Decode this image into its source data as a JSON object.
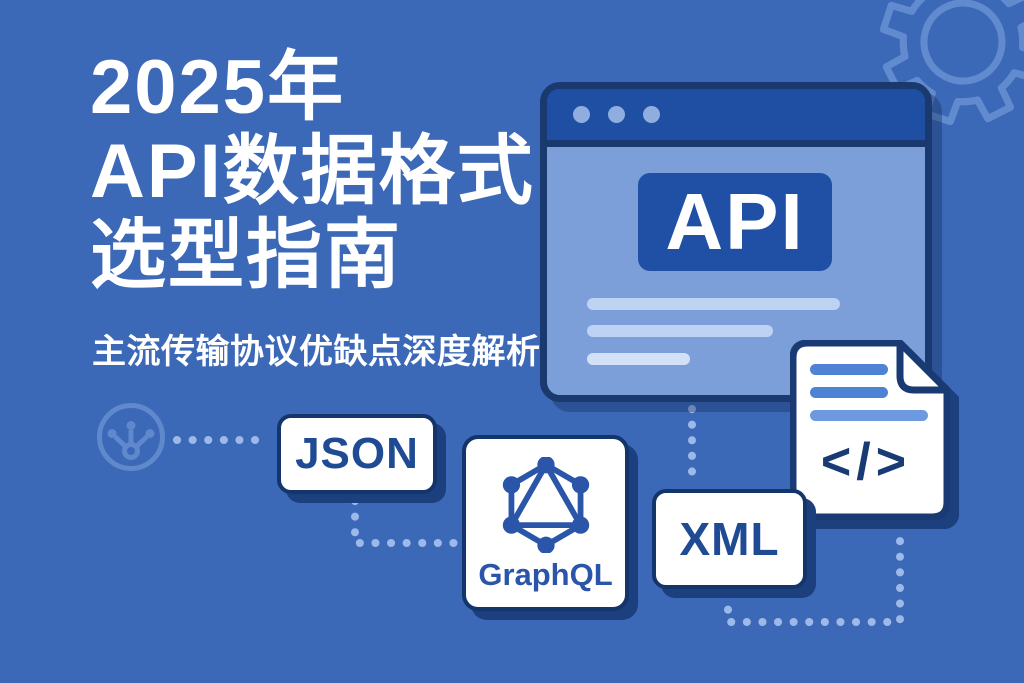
{
  "header": {
    "title_lines": [
      "2025年",
      "API数据格式",
      "选型指南"
    ],
    "subtitle": "主流传输协议优缺点深度解析"
  },
  "browser": {
    "api_label": "API",
    "window_control_dots": 3,
    "content_bars": 3
  },
  "cards": {
    "json": {
      "label": "JSON"
    },
    "graphql": {
      "label": "GraphQL"
    },
    "xml": {
      "label": "XML"
    }
  },
  "document": {
    "code_symbol": "</>",
    "text_lines": 3
  },
  "icons": [
    "gear-icon",
    "share-network-icon",
    "graphql-logo-icon",
    "code-document-icon",
    "window-control-dots"
  ],
  "colors": {
    "background": "#3b68b7",
    "title_text": "#ffffff",
    "browser_titlebar": "#1f4fa3",
    "browser_body": "#7d9fd9",
    "api_badge": "#2050a5",
    "card_border": "#14356b",
    "card_text": "#1e4b94",
    "graphql_accent": "#2a55a8",
    "shadow_navy": "#1c3f7e",
    "connector_dots": "#9db9e9",
    "decor_light_blue": "#6b93d5"
  }
}
